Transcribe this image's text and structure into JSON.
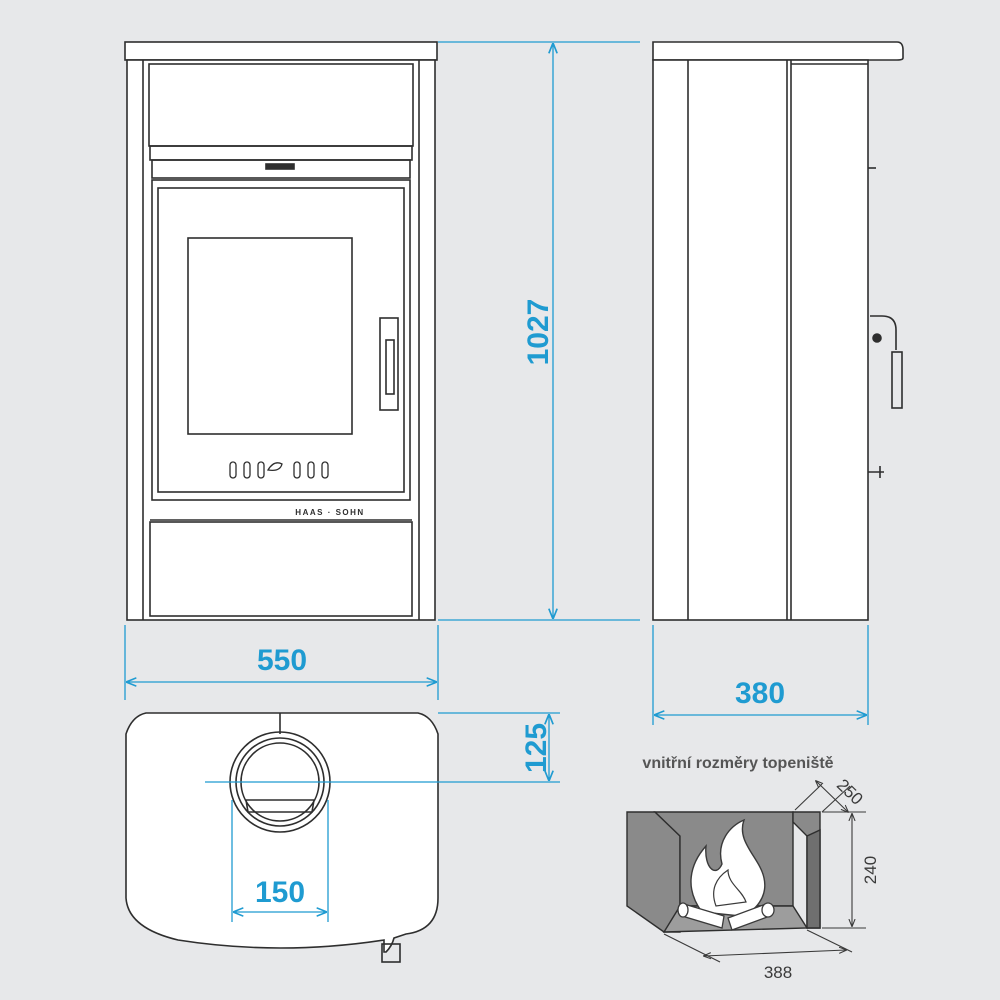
{
  "brand": "HAAS · SOHN",
  "dimensions": {
    "height": "1027",
    "width": "550",
    "depth": "380",
    "flue_offset": "125",
    "flue_diameter": "150"
  },
  "firebox": {
    "caption": "vnitřní rozměry topeniště",
    "depth": "250",
    "height": "240",
    "width": "388"
  },
  "colors": {
    "dimension": "#1f9bd1",
    "outline": "#2e2e2e",
    "background": "#e7e8ea",
    "firebox_wall": "#8a8a8a"
  }
}
